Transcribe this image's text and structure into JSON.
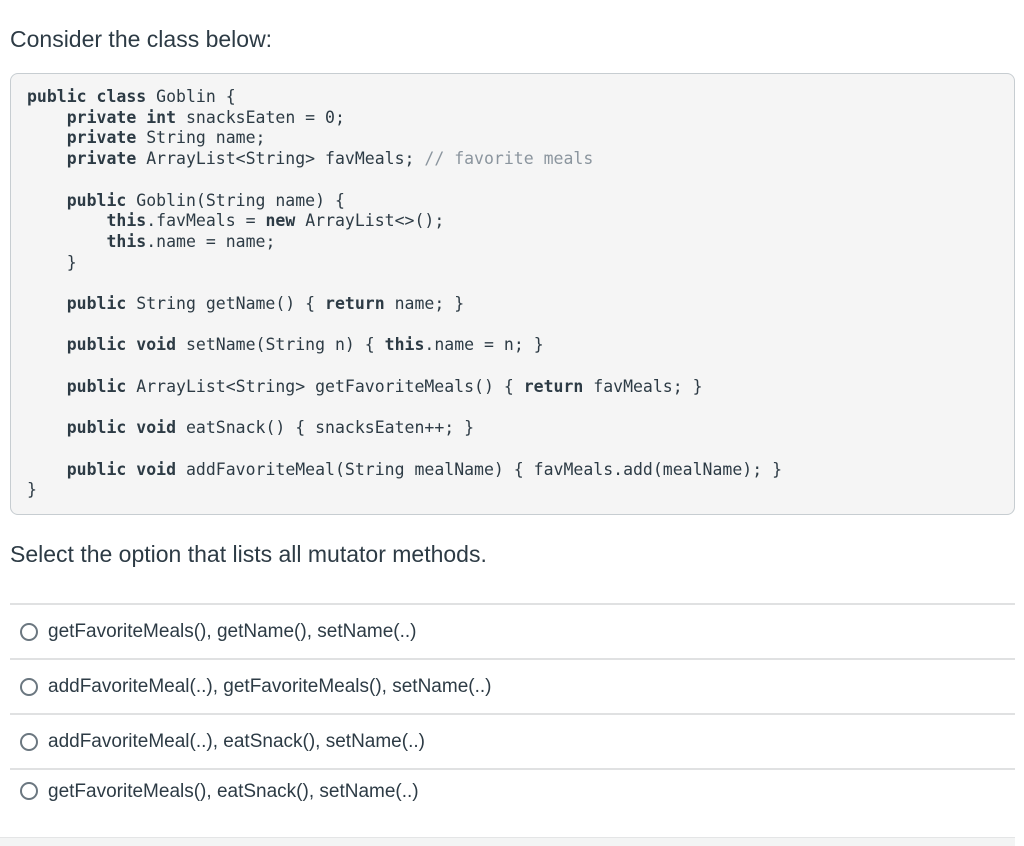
{
  "question": {
    "prompt_intro": "Consider the class below:",
    "prompt_select": "Select the option that lists all mutator methods."
  },
  "code": {
    "language": "java",
    "lines": [
      [
        [
          "k",
          "public"
        ],
        [
          "p",
          " "
        ],
        [
          "k",
          "class"
        ],
        [
          "p",
          " Goblin {"
        ]
      ],
      [
        [
          "p",
          "    "
        ],
        [
          "k",
          "private"
        ],
        [
          "p",
          " "
        ],
        [
          "k",
          "int"
        ],
        [
          "p",
          " snacksEaten = 0;"
        ]
      ],
      [
        [
          "p",
          "    "
        ],
        [
          "k",
          "private"
        ],
        [
          "p",
          " String name;"
        ]
      ],
      [
        [
          "p",
          "    "
        ],
        [
          "k",
          "private"
        ],
        [
          "p",
          " ArrayList<String> favMeals; "
        ],
        [
          "c",
          "// favorite meals"
        ]
      ],
      [],
      [
        [
          "p",
          "    "
        ],
        [
          "k",
          "public"
        ],
        [
          "p",
          " Goblin(String name) {"
        ]
      ],
      [
        [
          "p",
          "        "
        ],
        [
          "k",
          "this"
        ],
        [
          "p",
          ".favMeals = "
        ],
        [
          "k",
          "new"
        ],
        [
          "p",
          " ArrayList<>();"
        ]
      ],
      [
        [
          "p",
          "        "
        ],
        [
          "k",
          "this"
        ],
        [
          "p",
          ".name = name;"
        ]
      ],
      [
        [
          "p",
          "    }"
        ]
      ],
      [],
      [
        [
          "p",
          "    "
        ],
        [
          "k",
          "public"
        ],
        [
          "p",
          " String getName() { "
        ],
        [
          "k",
          "return"
        ],
        [
          "p",
          " name; }"
        ]
      ],
      [],
      [
        [
          "p",
          "    "
        ],
        [
          "k",
          "public"
        ],
        [
          "p",
          " "
        ],
        [
          "k",
          "void"
        ],
        [
          "p",
          " setName(String n) { "
        ],
        [
          "k",
          "this"
        ],
        [
          "p",
          ".name = n; }"
        ]
      ],
      [],
      [
        [
          "p",
          "    "
        ],
        [
          "k",
          "public"
        ],
        [
          "p",
          " ArrayList<String> getFavoriteMeals() { "
        ],
        [
          "k",
          "return"
        ],
        [
          "p",
          " favMeals; }"
        ]
      ],
      [],
      [
        [
          "p",
          "    "
        ],
        [
          "k",
          "public"
        ],
        [
          "p",
          " "
        ],
        [
          "k",
          "void"
        ],
        [
          "p",
          " eatSnack() { snacksEaten++; }"
        ]
      ],
      [],
      [
        [
          "p",
          "    "
        ],
        [
          "k",
          "public"
        ],
        [
          "p",
          " "
        ],
        [
          "k",
          "void"
        ],
        [
          "p",
          " addFavoriteMeal(String mealName) { favMeals.add(mealName); }"
        ]
      ],
      [
        [
          "p",
          "}"
        ]
      ]
    ]
  },
  "answers": [
    {
      "label": "getFavoriteMeals(), getName(), setName(..)",
      "selected": false
    },
    {
      "label": "addFavoriteMeal(..), getFavoriteMeals(), setName(..)",
      "selected": false
    },
    {
      "label": "addFavoriteMeal(..), eatSnack(), setName(..)",
      "selected": false
    },
    {
      "label": "getFavoriteMeals(), eatSnack(), setName(..)",
      "selected": false
    }
  ],
  "colors": {
    "text": "#2d3b45",
    "code_background": "#f5f5f5",
    "code_border": "#c7cdd1",
    "code_comment": "#8b959e",
    "divider": "#e0e1e2",
    "radio_border": "#6b7780",
    "bottom_band": "#f3f4f4"
  }
}
